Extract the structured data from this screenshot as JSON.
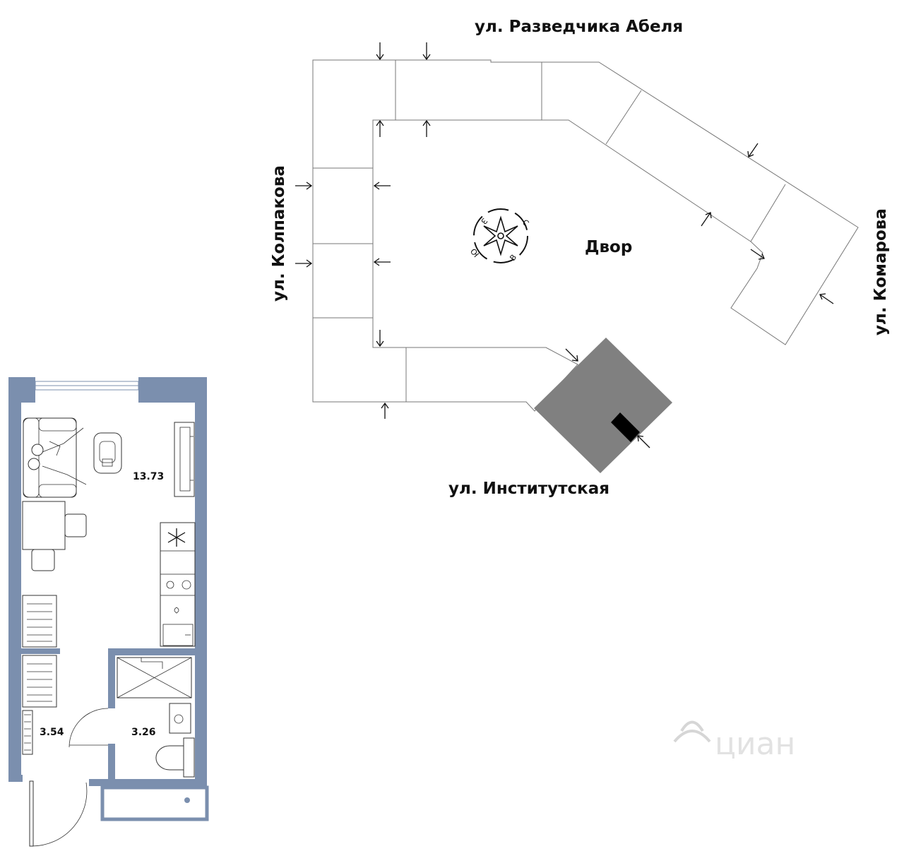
{
  "site_plan": {
    "streets": {
      "north": "ул. Разведчика Абеля",
      "west": "ул. Колпакова",
      "east": "ул. Комарова",
      "south": "ул. Институтская"
    },
    "yard_label": "Двор",
    "compass": {
      "north": "С",
      "east": "В",
      "south": "Ю",
      "west": "З"
    }
  },
  "apartment": {
    "rooms": [
      {
        "name": "living-room",
        "area": "13.73"
      },
      {
        "name": "hallway",
        "area": "3.54"
      },
      {
        "name": "bathroom",
        "area": "3.26"
      }
    ]
  },
  "watermark": "циан",
  "colors": {
    "walls": "#7b8fae",
    "highlighted_section": "#808080",
    "entrance": "#000000"
  }
}
